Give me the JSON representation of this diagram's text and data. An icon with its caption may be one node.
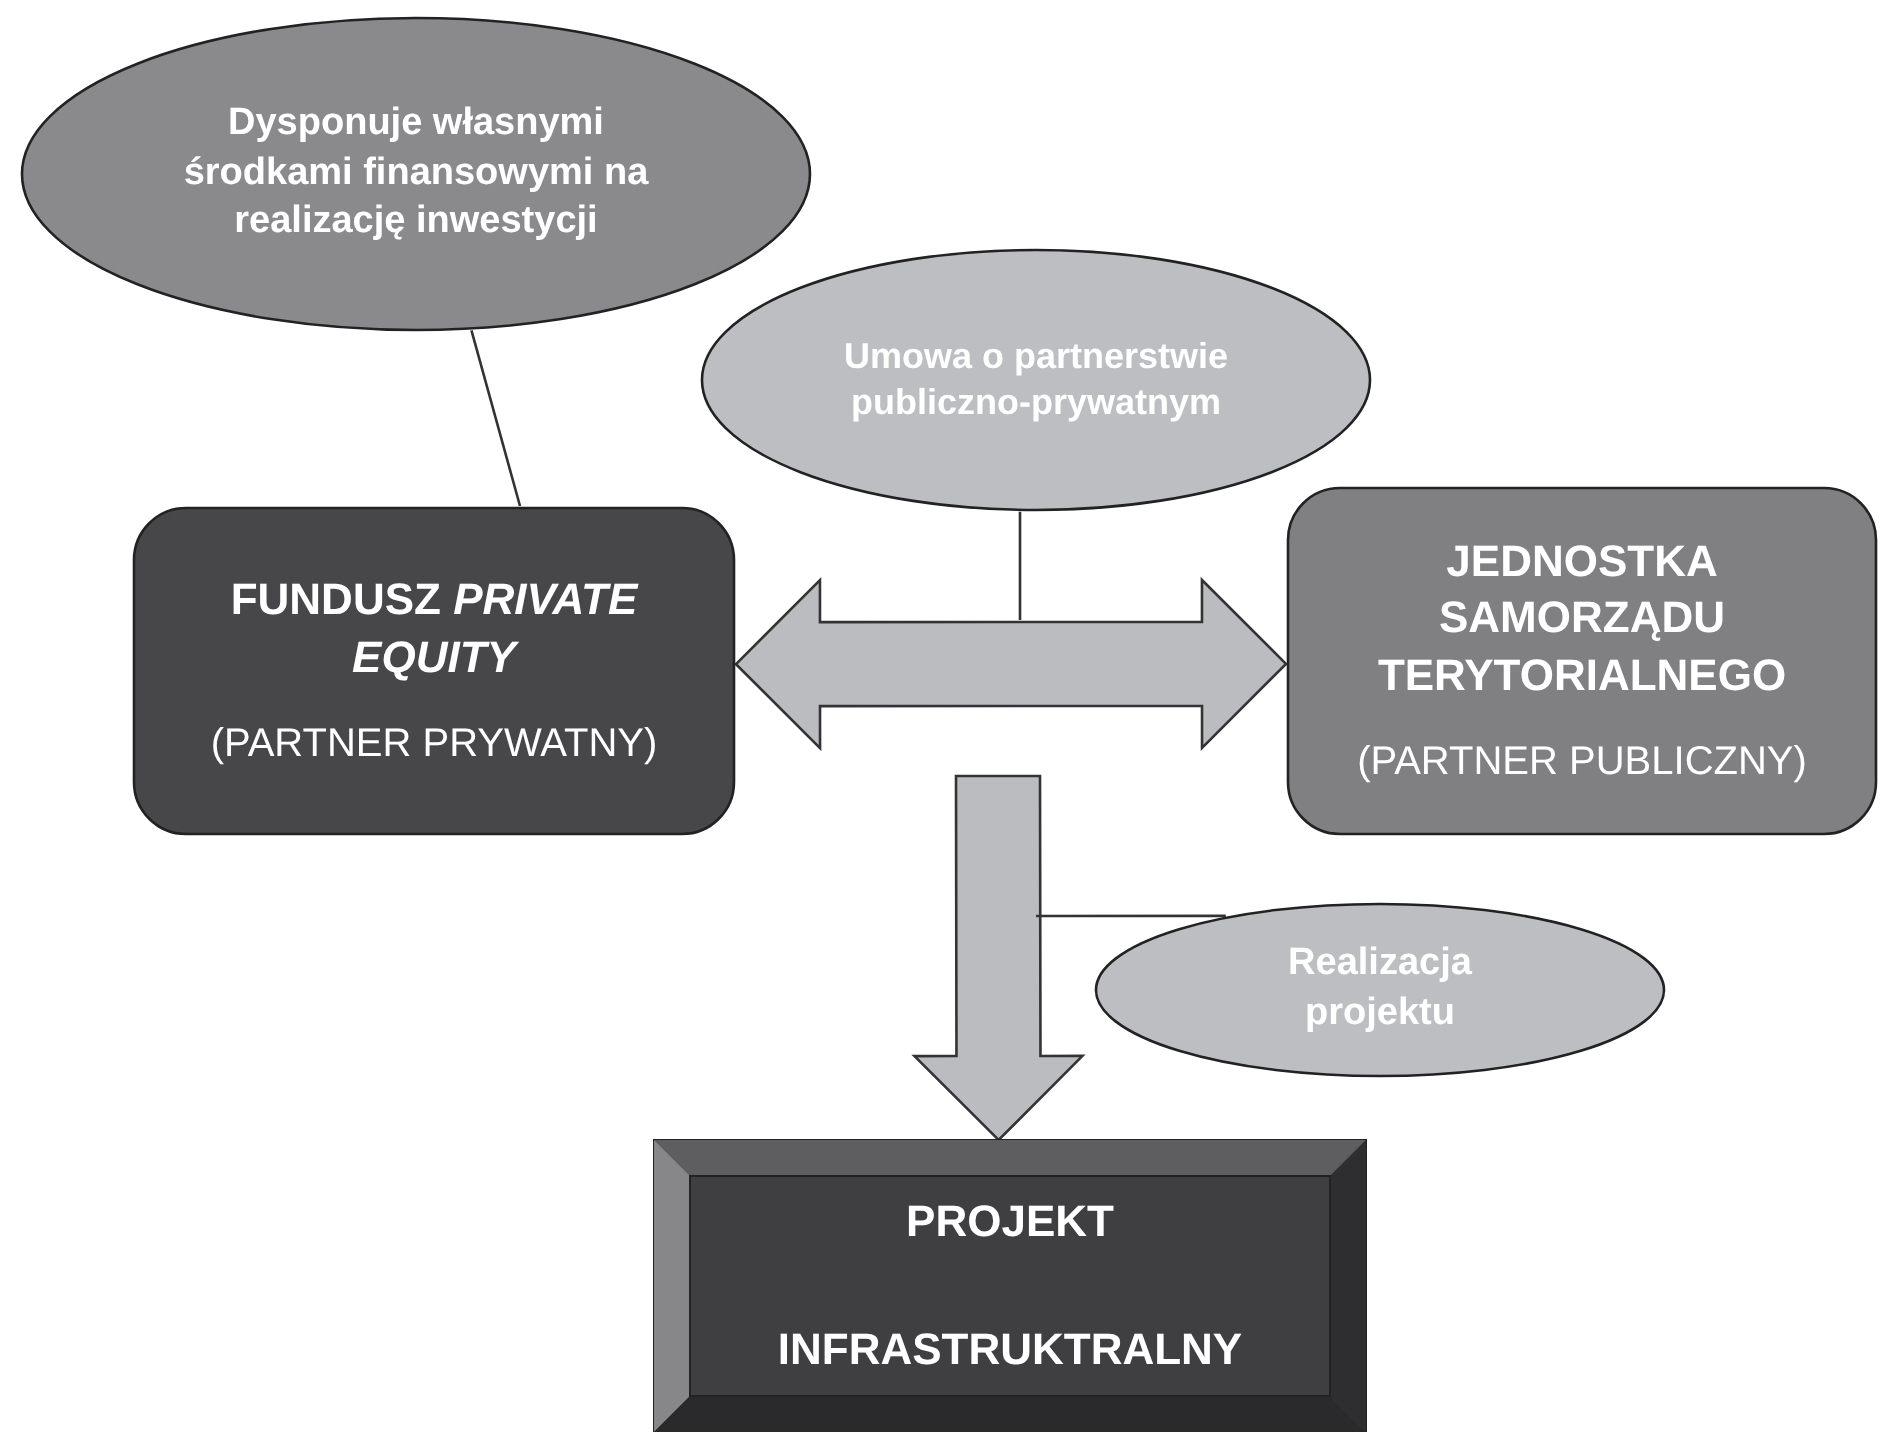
{
  "diagram": {
    "nodes": [
      {
        "text": [
          "Dysponuje własnymi środkami finansowymi na realizację inwestycji"
        ]
      },
      {
        "text": [
          "Umowa o partnerstwie publiczno-prywatnym"
        ]
      },
      {
        "text": [
          "FUNDUSZ *PRIVATE EQUITY*",
          "(PARTNER PRYWATNY)"
        ]
      },
      {
        "text": [
          "JEDNOSTKA SAMORZĄDU TERYTORIALNEGO",
          "(PARTNER PUBLICZNY)"
        ]
      },
      {
        "text": [
          "Realizacja projektu"
        ]
      },
      {
        "text": [
          "PROJEKT INFRASTRUKTRALNY"
        ]
      }
    ],
    "edges": [
      {
        "from": 0,
        "to": 2,
        "arrow": "none"
      },
      {
        "from": 2,
        "to": 3,
        "arrow": "both",
        "style": "thick"
      },
      {
        "from": 1,
        "to": null,
        "arrow": "none"
      },
      {
        "from": null,
        "to": 5,
        "arrow": "to",
        "style": "thick"
      },
      {
        "from": 4,
        "to": null,
        "arrow": "none"
      }
    ]
  }
}
